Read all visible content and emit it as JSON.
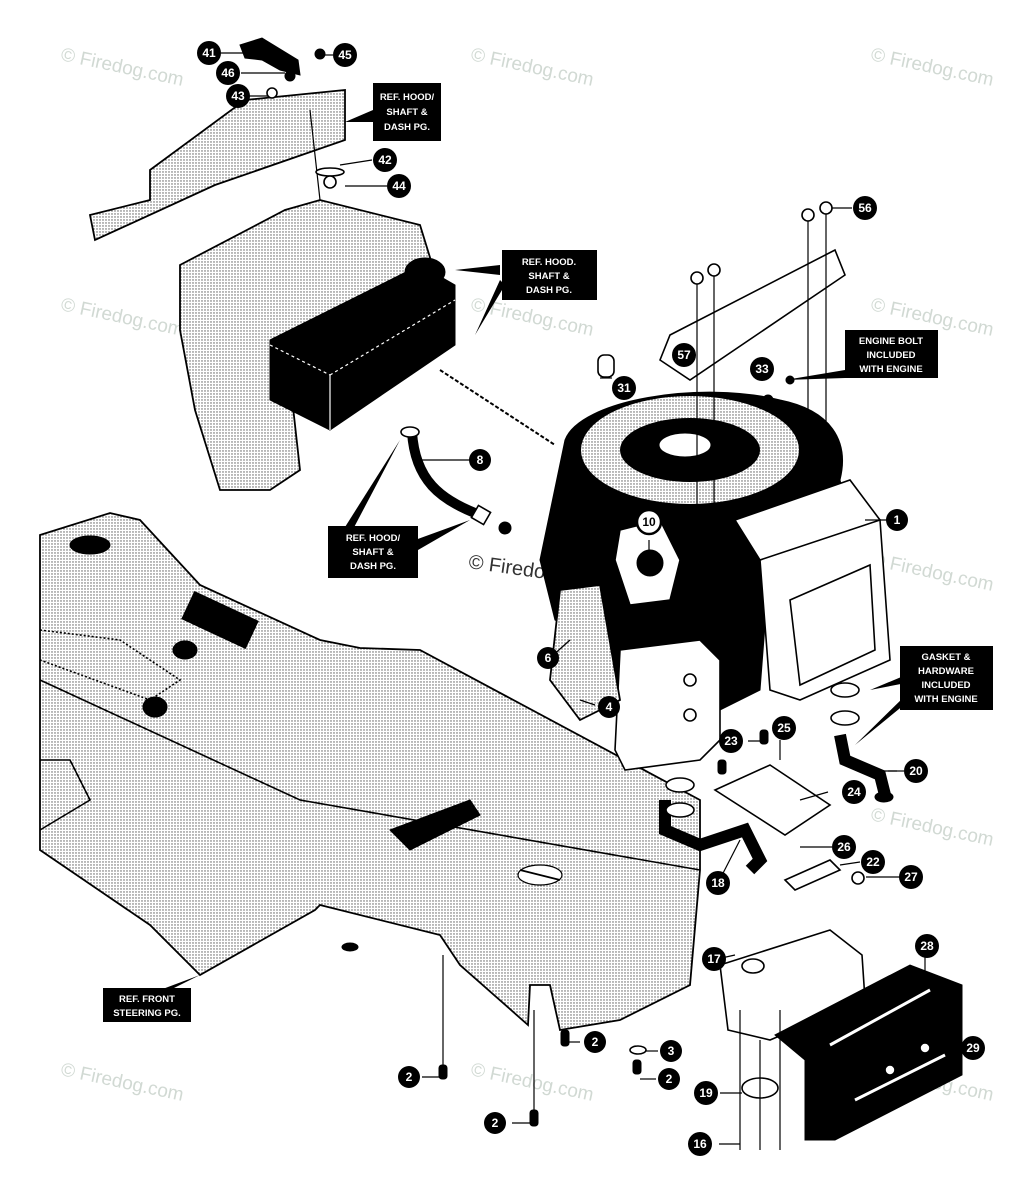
{
  "diagram": {
    "title": "Engine, Fuel Tank & Exhaust Parts Diagram",
    "watermark_text": "© Firedog.com",
    "callouts": [
      {
        "id": "c41",
        "label": "41"
      },
      {
        "id": "c45",
        "label": "45"
      },
      {
        "id": "c46",
        "label": "46"
      },
      {
        "id": "c43",
        "label": "43"
      },
      {
        "id": "c42",
        "label": "42"
      },
      {
        "id": "c44",
        "label": "44"
      },
      {
        "id": "c56",
        "label": "56"
      },
      {
        "id": "c57",
        "label": "57"
      },
      {
        "id": "c31",
        "label": "31"
      },
      {
        "id": "c33",
        "label": "33"
      },
      {
        "id": "c8",
        "label": "8"
      },
      {
        "id": "c1",
        "label": "1"
      },
      {
        "id": "c10",
        "label": "10"
      },
      {
        "id": "c6",
        "label": "6"
      },
      {
        "id": "c4",
        "label": "4"
      },
      {
        "id": "c23",
        "label": "23"
      },
      {
        "id": "c25",
        "label": "25"
      },
      {
        "id": "c24",
        "label": "24"
      },
      {
        "id": "c20",
        "label": "20"
      },
      {
        "id": "c26",
        "label": "26"
      },
      {
        "id": "c22",
        "label": "22"
      },
      {
        "id": "c27",
        "label": "27"
      },
      {
        "id": "c18",
        "label": "18"
      },
      {
        "id": "c17",
        "label": "17"
      },
      {
        "id": "c28",
        "label": "28"
      },
      {
        "id": "c29",
        "label": "29"
      },
      {
        "id": "c19",
        "label": "19"
      },
      {
        "id": "c16",
        "label": "16"
      },
      {
        "id": "c2a",
        "label": "2"
      },
      {
        "id": "c2b",
        "label": "2"
      },
      {
        "id": "c2c",
        "label": "2"
      },
      {
        "id": "c2d",
        "label": "2"
      },
      {
        "id": "c3",
        "label": "3"
      }
    ],
    "reference_boxes": [
      {
        "id": "ref1",
        "lines": [
          "REF. HOOD/",
          "SHAFT &",
          "DASH PG."
        ]
      },
      {
        "id": "ref2",
        "lines": [
          "REF. HOOD.",
          "SHAFT &",
          "DASH PG."
        ]
      },
      {
        "id": "ref3",
        "lines": [
          "ENGINE BOLT",
          "INCLUDED",
          "WITH ENGINE"
        ]
      },
      {
        "id": "ref4",
        "lines": [
          "REF. HOOD/",
          "SHAFT &",
          "DASH PG."
        ]
      },
      {
        "id": "ref5",
        "lines": [
          "GASKET &",
          "HARDWARE",
          "INCLUDED",
          "WITH ENGINE"
        ]
      },
      {
        "id": "ref6",
        "lines": [
          "REF. FRONT",
          "STEERING PG."
        ]
      }
    ]
  }
}
